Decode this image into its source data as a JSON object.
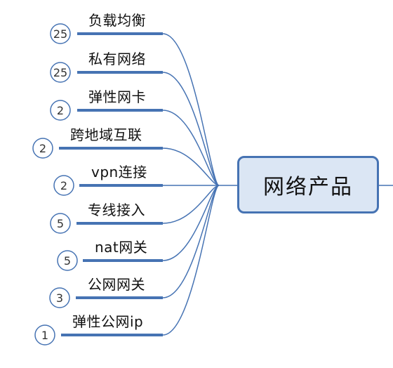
{
  "central": {
    "label": "网络产品"
  },
  "branches": [
    {
      "label": "负载均衡",
      "count": "25"
    },
    {
      "label": "私有网络",
      "count": "25"
    },
    {
      "label": "弹性网卡",
      "count": "2"
    },
    {
      "label": "跨地域互联",
      "count": "2"
    },
    {
      "label": "vpn连接",
      "count": "2"
    },
    {
      "label": "专线接入",
      "count": "5"
    },
    {
      "label": "nat网关",
      "count": "5"
    },
    {
      "label": "公网网关",
      "count": "3"
    },
    {
      "label": "弹性公网ip",
      "count": "1"
    }
  ],
  "colors": {
    "line": "#4673b3",
    "node_fill": "#dbe6f4",
    "text": "#111111"
  }
}
